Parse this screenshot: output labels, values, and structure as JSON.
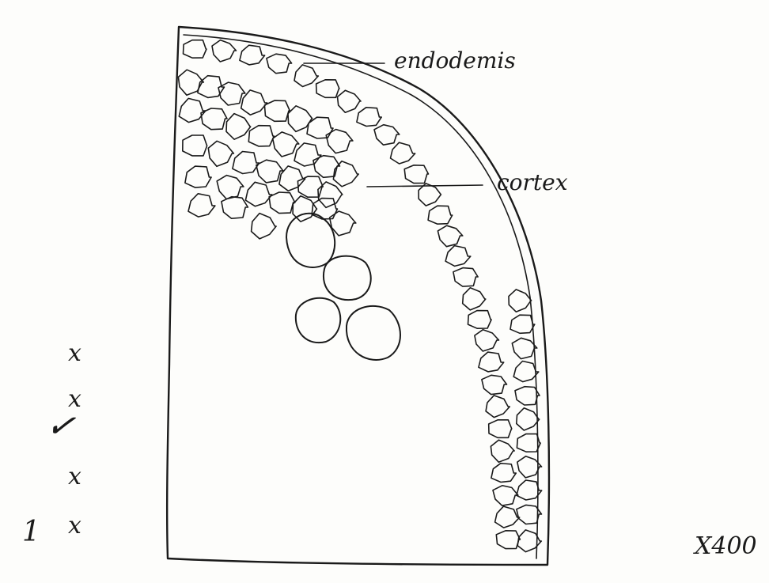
{
  "labels": {
    "endodermis": "endodemis",
    "cortex": "cortex",
    "magnification": "X400"
  },
  "margin_marks": {
    "ticks": [
      "x",
      "x",
      "x",
      "x"
    ],
    "check": "✓",
    "score": "1"
  }
}
